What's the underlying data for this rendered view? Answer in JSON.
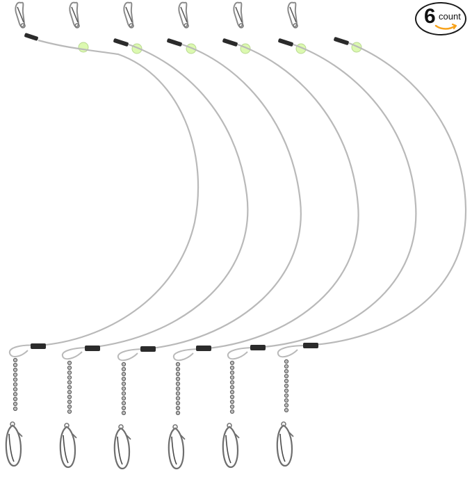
{
  "product_image": {
    "subject": "leader-wire",
    "item_count": 6,
    "colors": {
      "wire": "#b9b9b9",
      "bead": "#dcf9b0",
      "sleeve": "#2b2b2b",
      "metal": "#8a8a8a",
      "metal_light": "#d0d0d0",
      "accent": "#f7a21b"
    }
  },
  "badge": {
    "number": "6",
    "word": "count"
  }
}
